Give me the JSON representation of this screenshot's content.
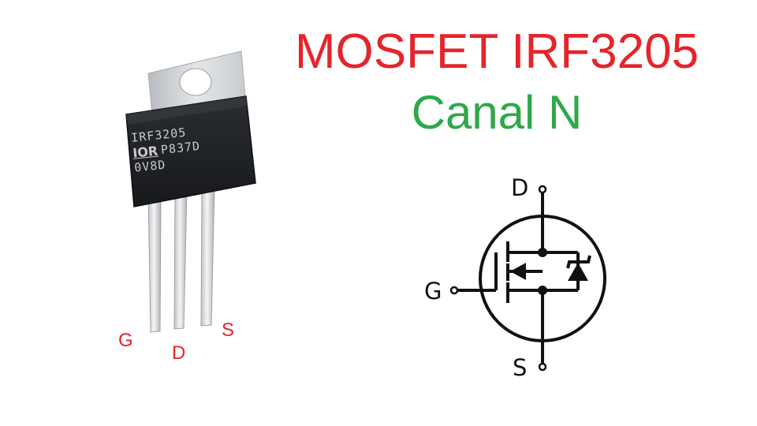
{
  "title": {
    "line1": "MOSFET IRF3205",
    "line2": "Canal N"
  },
  "colors": {
    "title_line1": "#e5242b",
    "title_line2": "#2ea84a",
    "pin_labels": "#e02530",
    "schematic": "#111111"
  },
  "package": {
    "marking": {
      "line1": "IRF3205",
      "logo": "IOR",
      "code": "P837D",
      "line3": "0V8D"
    },
    "pins": {
      "gate": "G",
      "drain": "D",
      "source": "S"
    }
  },
  "schematic": {
    "drain": "D",
    "gate": "G",
    "source": "S"
  }
}
